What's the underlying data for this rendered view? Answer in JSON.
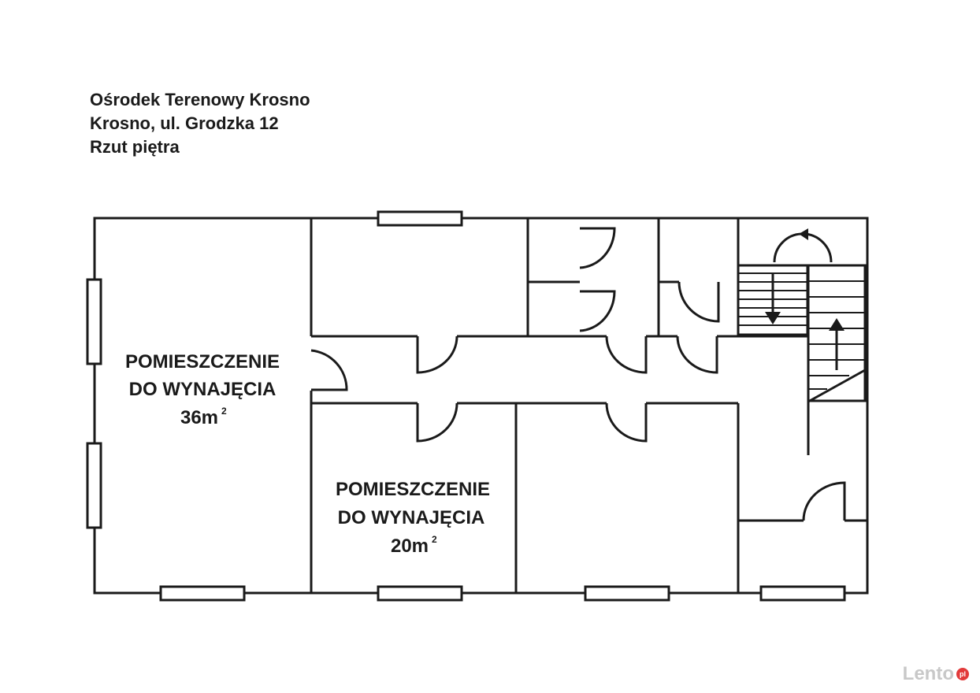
{
  "header": {
    "line1": "Ośrodek Terenowy Krosno",
    "line2": "Krosno, ul. Grodzka 12",
    "line3": "Rzut piętra"
  },
  "rooms": {
    "large": {
      "line1": "POMIESZCZENIE",
      "line2": "DO WYNAJĘCIA",
      "area": "36m",
      "unit_sup": "2"
    },
    "small": {
      "line1": "POMIESZCZENIE",
      "line2": "DO WYNAJĘCIA",
      "area": "20m",
      "unit_sup": "2"
    }
  },
  "watermark": {
    "text": "Lento",
    "badge": "pl"
  },
  "colors": {
    "lines": "#1a1a1a",
    "background": "#ffffff",
    "watermark": "#c8c8c8",
    "badge": "#e23a3a"
  }
}
